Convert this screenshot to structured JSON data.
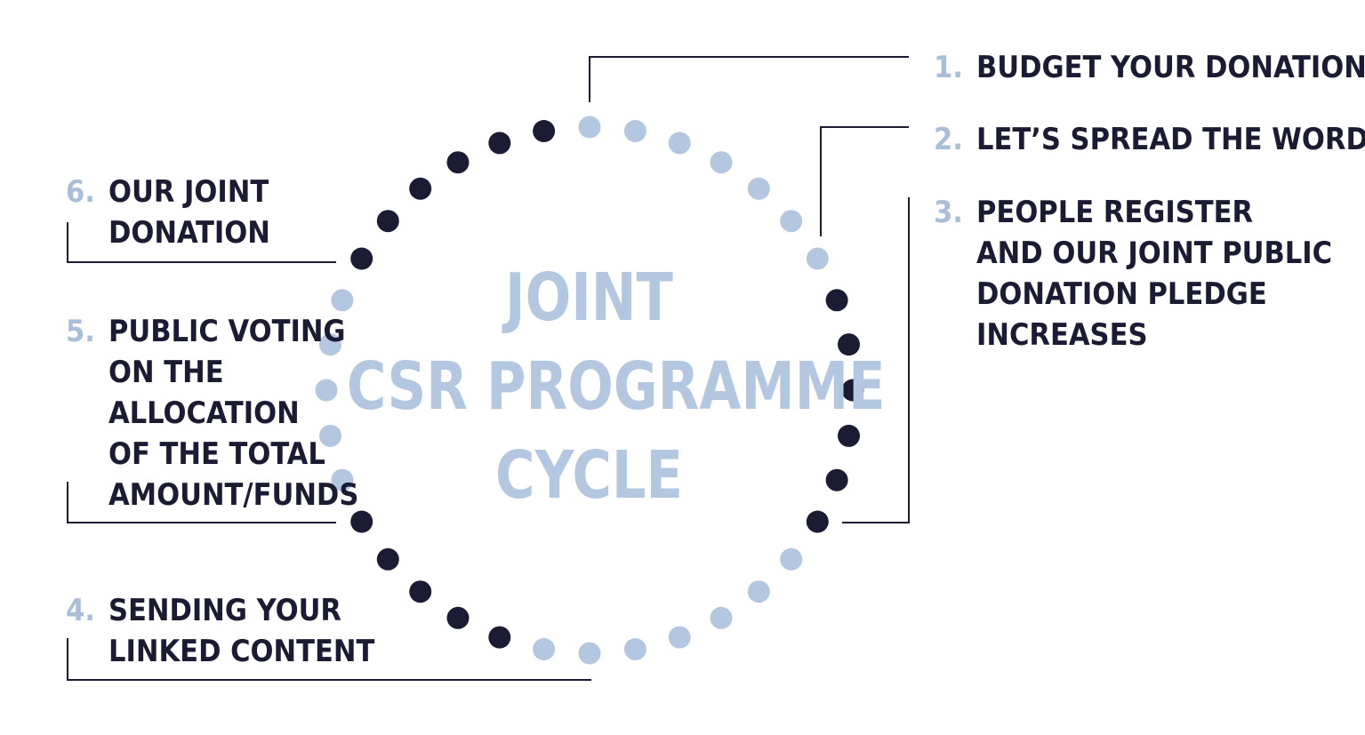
{
  "center": {
    "lines": [
      "JOINT",
      "CSR PROGRAMME",
      "CYCLE"
    ]
  },
  "steps": [
    {
      "num": "1.",
      "lines": [
        "BUDGET YOUR DONATION"
      ]
    },
    {
      "num": "2.",
      "lines": [
        "LET’S SPREAD THE WORD"
      ]
    },
    {
      "num": "3.",
      "lines": [
        "PEOPLE REGISTER",
        "AND OUR JOINT PUBLIC",
        "DONATION PLEDGE",
        "INCREASES"
      ]
    },
    {
      "num": "4.",
      "lines": [
        "SENDING YOUR",
        "LINKED CONTENT"
      ]
    },
    {
      "num": "5.",
      "lines": [
        "PUBLIC VOTING",
        "ON THE",
        "ALLOCATION",
        "OF THE TOTAL",
        "AMOUNT/FUNDS"
      ]
    },
    {
      "num": "6.",
      "lines": [
        "OUR JOINT",
        "DONATION"
      ]
    }
  ],
  "colors": {
    "dark": "#1b1c33",
    "light": "#b3c7e0",
    "number": "#a9bfd9",
    "connector": "#1b1c33"
  },
  "dots": [
    "light",
    "light",
    "light",
    "light",
    "light",
    "light",
    "light",
    "dark",
    "dark",
    "dark",
    "dark",
    "dark",
    "dark",
    "light",
    "light",
    "light",
    "light",
    "light",
    "light",
    "light",
    "dark",
    "dark",
    "dark",
    "dark",
    "dark",
    "light",
    "light",
    "light",
    "light",
    "light",
    "dark",
    "dark",
    "dark",
    "dark",
    "dark",
    "dark"
  ]
}
